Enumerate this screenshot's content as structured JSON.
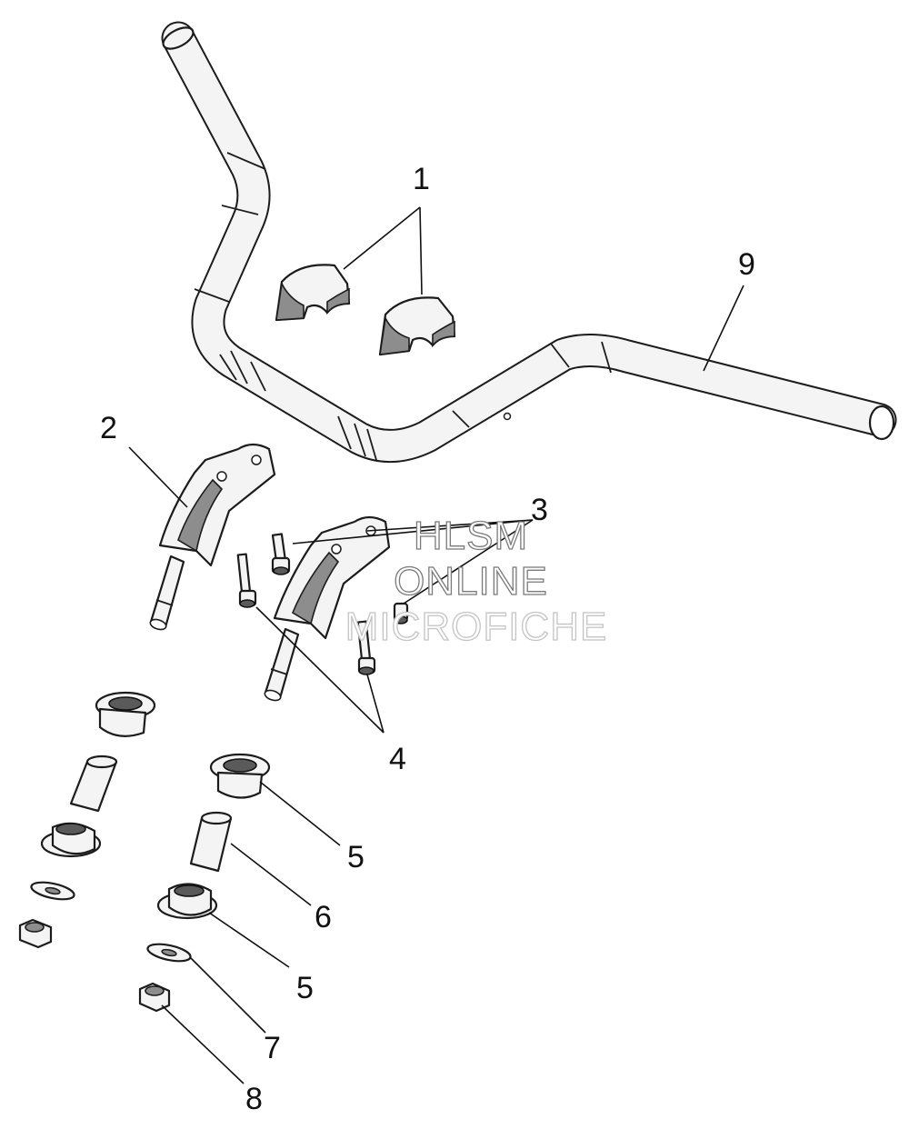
{
  "callouts": {
    "c1": "1",
    "c2": "2",
    "c3": "3",
    "c4": "4",
    "c5a": "5",
    "c5b": "5",
    "c6": "6",
    "c7": "7",
    "c8": "8",
    "c9": "9"
  },
  "watermark": {
    "line1": "HLSM",
    "line2": "ONLINE",
    "line3": "MICROFICHE"
  },
  "colors": {
    "line": "#1c1c1c",
    "part_fill": "#f4f4f4",
    "shade": "#8d8d8d",
    "watermark_outline": "#7a7a7a"
  }
}
